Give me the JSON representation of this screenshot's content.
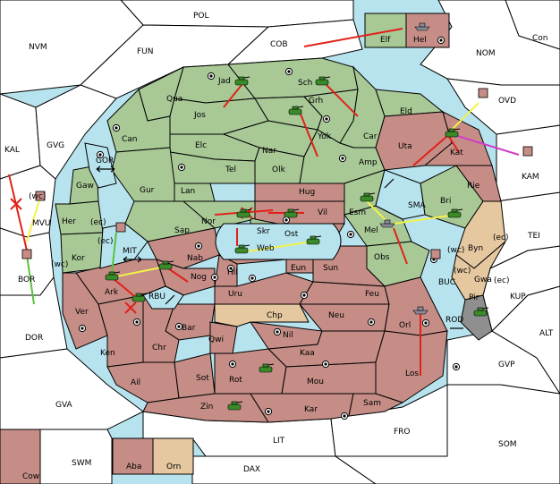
{
  "colors": {
    "sea": "#b7e3ee",
    "land_neutral": "#ffffff",
    "power_green": "#a8c896",
    "power_red": "#c58d86",
    "neutral_tan": "#e6c8a0",
    "impassable": "#8f8f8f",
    "order_red": "#e0221a",
    "order_yellow": "#f2f24a",
    "order_green": "#58c23a",
    "order_magenta": "#d23cc8",
    "supply_center_icon": "target-dot"
  },
  "outer_regions": {
    "pol": "POL",
    "nvm": "NVM",
    "fun": "FUN",
    "cob": "COB",
    "nom": "NOM",
    "con": "Con",
    "kal": "KAL",
    "gvg": "GVG",
    "mvu": "MVU",
    "bor": "BOR",
    "dor": "DOR",
    "gva": "GVA",
    "swm": "SWM",
    "cow": "Cow",
    "lit": "LIT",
    "dax": "DAX",
    "fro": "FRO",
    "som": "SOM",
    "gvp": "GVP",
    "alt": "ALT",
    "kup": "KUP",
    "tei": "TEI",
    "kam": "KAM",
    "ovd": "OVD"
  },
  "islands": {
    "elf": "Elf",
    "hel": "Hel",
    "aba": "Aba",
    "orn": "Orn"
  },
  "seas": {
    "gor": "GOR",
    "mit": "MIT",
    "rbu": "RBU",
    "sma": "SMA",
    "buc": "BUC",
    "rod": "ROD"
  },
  "provinces": {
    "jad": "Jad",
    "sch": "Sch",
    "grh": "Grh",
    "qua": "Qua",
    "jos": "Jos",
    "can": "Can",
    "elc": "Elc",
    "nar": "Nar",
    "yok": "Yok",
    "car": "Car",
    "eld": "Eld",
    "uta": "Uta",
    "kat": "Kat",
    "amp": "Amp",
    "tel": "Tel",
    "olk": "Olk",
    "gur": "Gur",
    "lan": "Lan",
    "hug": "Hug",
    "rie": "Rie",
    "gaw": "Gaw",
    "her": "Her",
    "kor": "Kor",
    "nor": "Nor",
    "vil": "Vil",
    "esm": "Esm",
    "bri": "Bri",
    "sap": "Sap",
    "skr": "Skr",
    "ost": "Ost",
    "mel": "Mel",
    "byn": "Byn",
    "web": "Web",
    "nab": "Nab",
    "hil": "Hil",
    "eun": "Eun",
    "sun": "Sun",
    "obs": "Obs",
    "gwa": "Gwa",
    "pir": "Pir",
    "ark": "Ark",
    "nog": "Nog",
    "uru": "Uru",
    "feu": "Feu",
    "ver": "Ver",
    "chp": "Chp",
    "neu": "Neu",
    "orl": "Orl",
    "bar": "Bar",
    "qwi": "Qwi",
    "nil": "Nil",
    "ken": "Ken",
    "chr": "Chr",
    "kaa": "Kaa",
    "ail": "Ail",
    "sot": "Sot",
    "rot": "Rot",
    "mou": "Mou",
    "los": "Los",
    "zin": "Zin",
    "kar": "Kar",
    "sam": "Sam"
  },
  "coast_tags": {
    "wc_mvu": "(wc)",
    "ec_her": "(ec)",
    "ec_kor": "(ec)",
    "wc_kor": "(wc)",
    "wc_bri": "(wc)",
    "ec_byn": "(ec)",
    "wc_gwa": "(wc)",
    "ec_gwa": "(ec)"
  }
}
